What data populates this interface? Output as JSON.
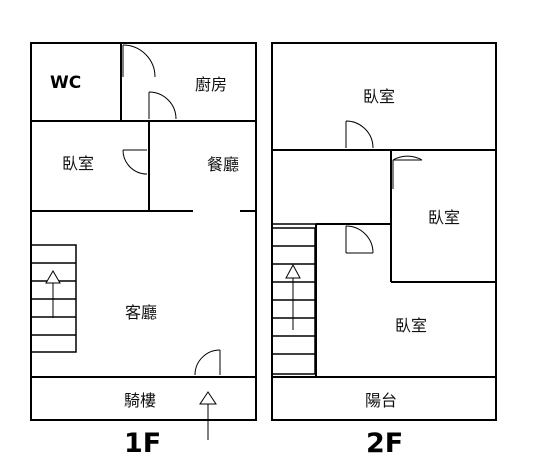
{
  "floor1": {
    "floor_label": "1F",
    "rooms": {
      "wc": "WC",
      "kitchen": "廚房",
      "bedroom": "臥室",
      "dining": "餐廳",
      "living": "客廳",
      "arcade": "騎樓"
    }
  },
  "floor2": {
    "floor_label": "2F",
    "rooms": {
      "bedroom_top": "臥室",
      "bedroom_right": "臥室",
      "bedroom_bottom": "臥室",
      "balcony": "陽台"
    }
  }
}
